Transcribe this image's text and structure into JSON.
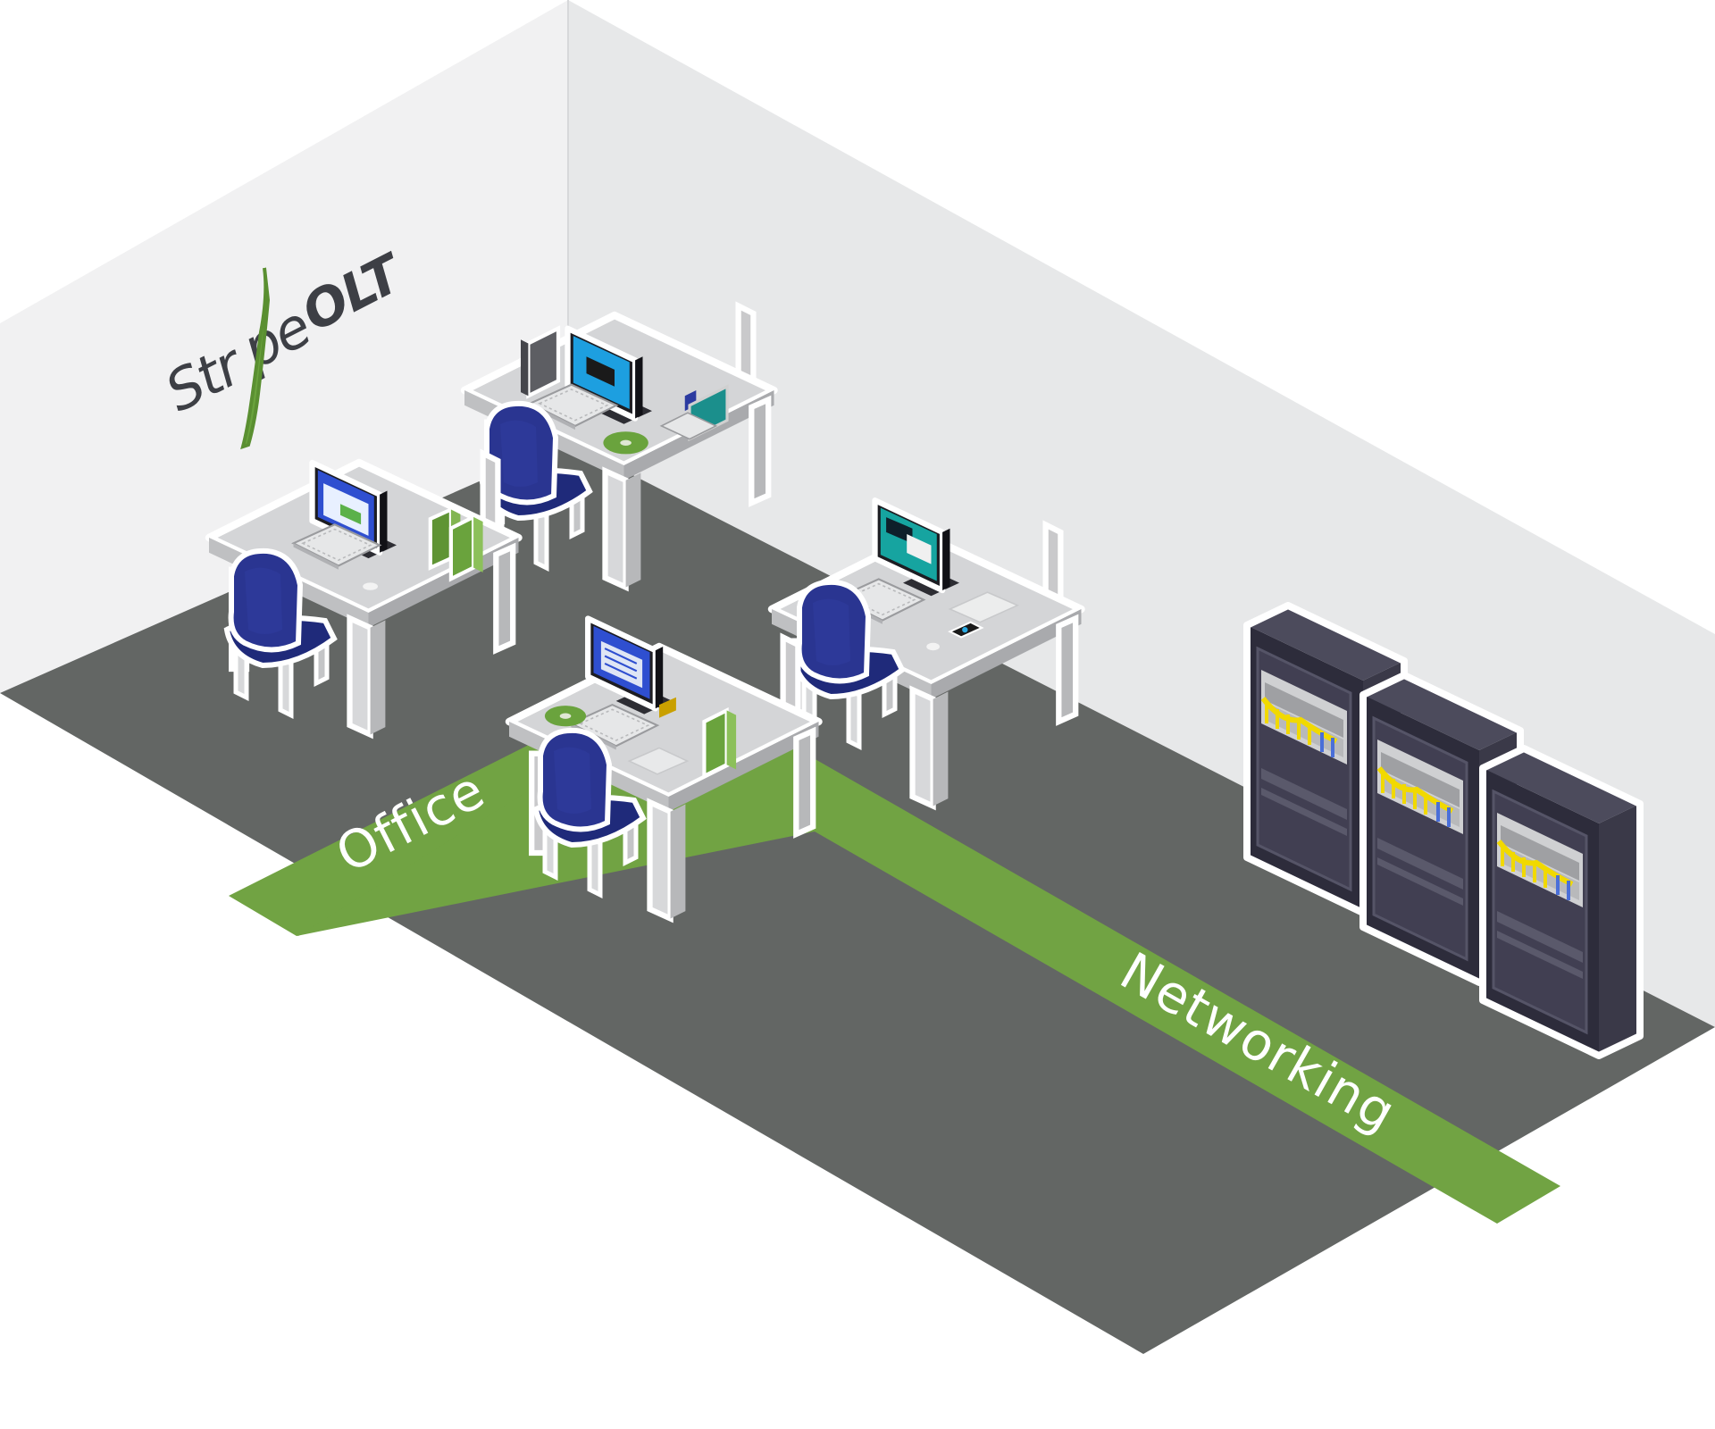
{
  "logo": {
    "wordmark_part_1": "Str",
    "wordmark_part_2": "pe",
    "wordmark_part_3": "OLT"
  },
  "zones": {
    "office_label": "Office",
    "networking_label": "Networking"
  },
  "colors": {
    "wall_back": "#e7e8e9",
    "wall_left": "#f1f1f2",
    "floor": "#636664",
    "stripe_green": "#71a343",
    "desk_top": "#d4d5d7",
    "chair_blue": "#253089",
    "rack_dark": "#3b3a4a",
    "book_green": "#6aa33d",
    "logo_text": "#3d3f45"
  }
}
